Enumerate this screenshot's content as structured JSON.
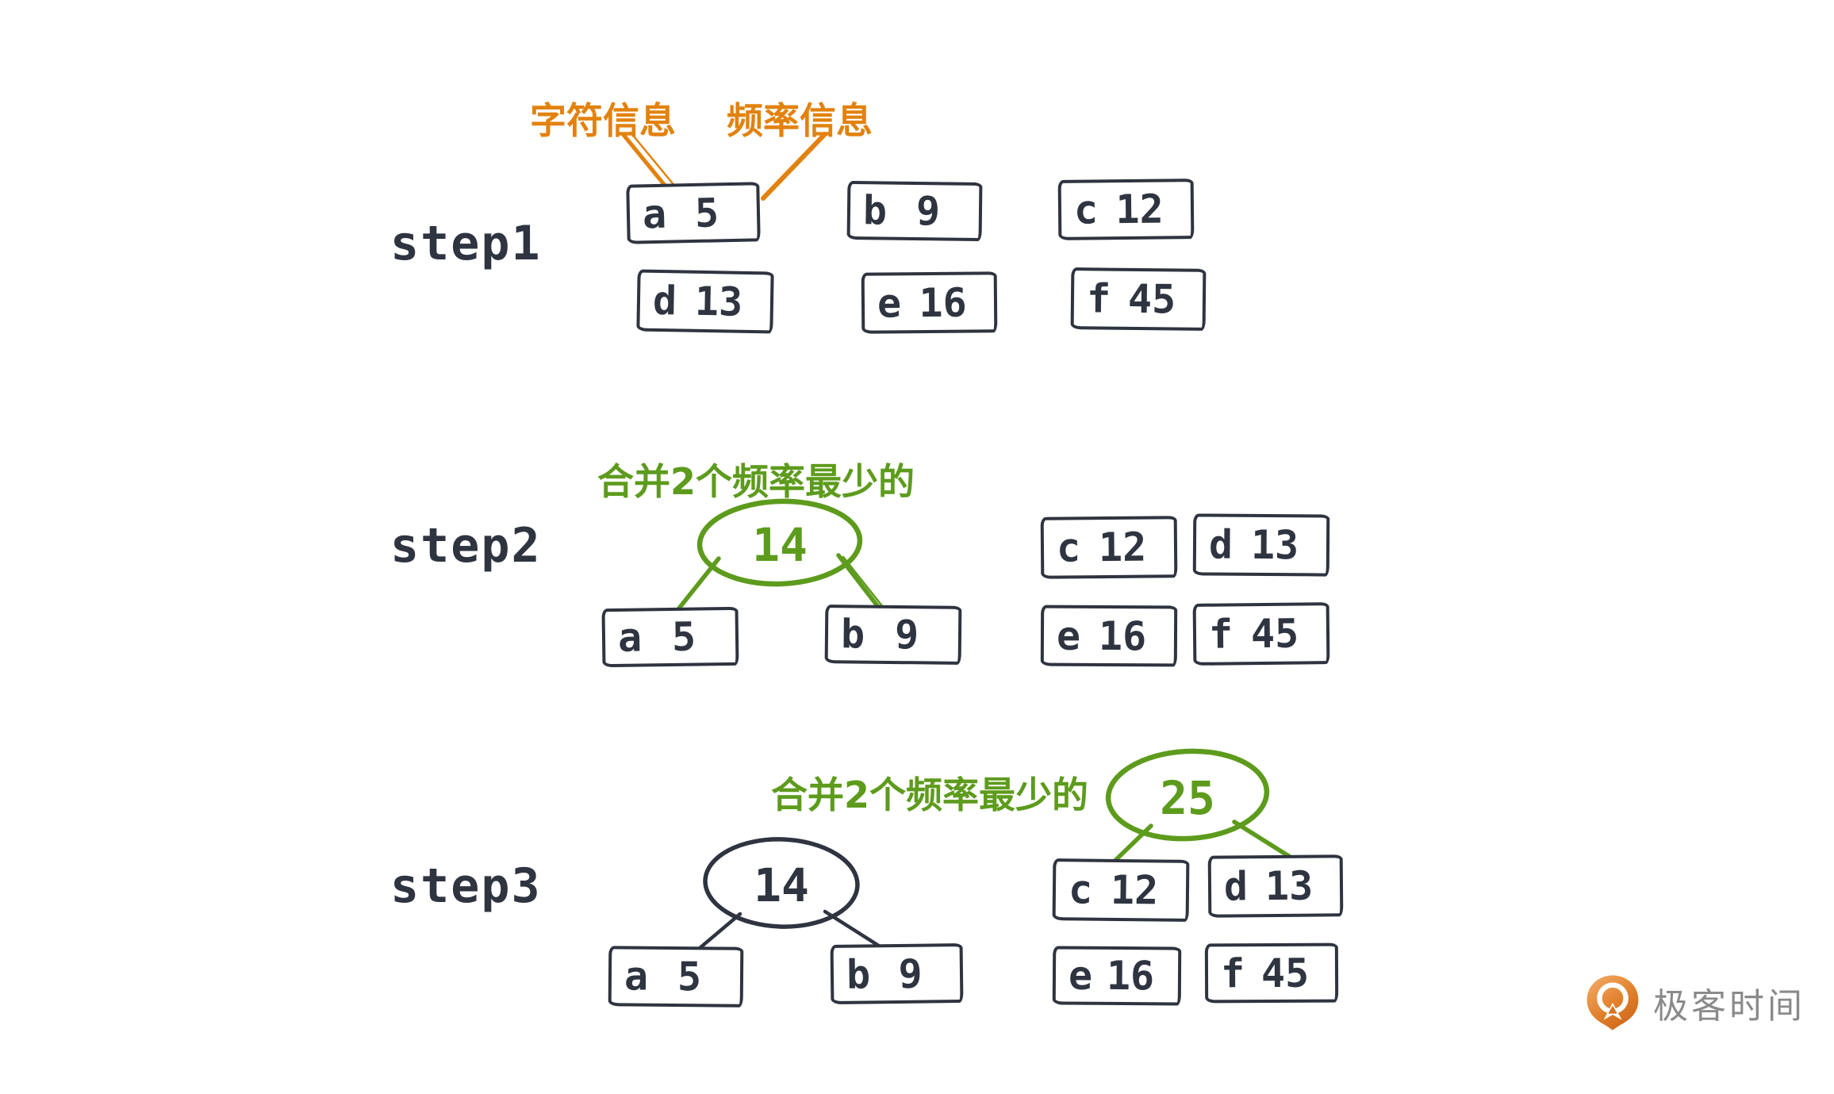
{
  "title_annotations": {
    "char_info": "字符信息",
    "freq_info": "频率信息"
  },
  "steps": [
    {
      "label": "step1",
      "nodes": [
        {
          "char": "a",
          "freq": "5"
        },
        {
          "char": "b",
          "freq": "9"
        },
        {
          "char": "c",
          "freq": "12"
        },
        {
          "char": "d",
          "freq": "13"
        },
        {
          "char": "e",
          "freq": "16"
        },
        {
          "char": "f",
          "freq": "45"
        }
      ]
    },
    {
      "label": "step2",
      "merge_caption": "合并2个频率最少的",
      "merged_node": {
        "value": "14"
      },
      "tree_children": [
        {
          "char": "a",
          "freq": "5"
        },
        {
          "char": "b",
          "freq": "9"
        }
      ],
      "pool": [
        {
          "char": "c",
          "freq": "12"
        },
        {
          "char": "d",
          "freq": "13"
        },
        {
          "char": "e",
          "freq": "16"
        },
        {
          "char": "f",
          "freq": "45"
        }
      ]
    },
    {
      "label": "step3",
      "merge_caption": "合并2个频率最少的",
      "merged_node_prev": {
        "value": "14"
      },
      "merged_node_new": {
        "value": "25"
      },
      "tree_children": [
        {
          "char": "a",
          "freq": "5"
        },
        {
          "char": "b",
          "freq": "9"
        }
      ],
      "new_tree_children": [
        {
          "char": "c",
          "freq": "12"
        },
        {
          "char": "d",
          "freq": "13"
        }
      ],
      "pool": [
        {
          "char": "e",
          "freq": "16"
        },
        {
          "char": "f",
          "freq": "45"
        }
      ]
    }
  ],
  "colors": {
    "orange": "#e2820e",
    "green": "#5d9b1d",
    "ink": "#2e3440",
    "logo_gray": "#8a8a8a"
  },
  "logo": {
    "text": "极客时间"
  }
}
